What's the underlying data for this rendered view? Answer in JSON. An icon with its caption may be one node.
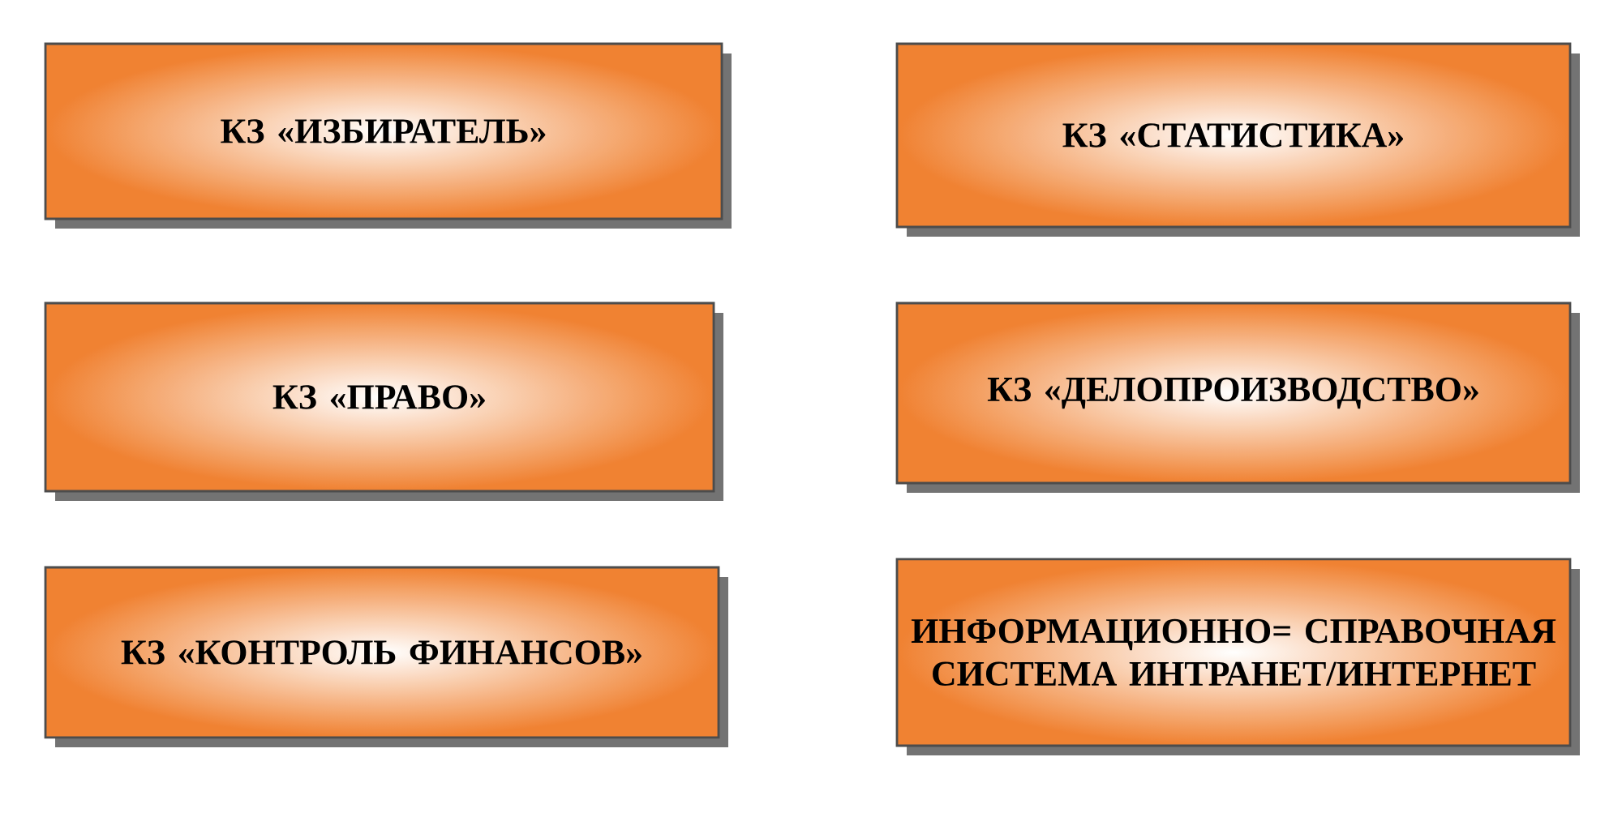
{
  "diagram": {
    "nodes": [
      {
        "text": [
          "КЗ «ИЗБИРАТЕЛЬ»"
        ]
      },
      {
        "text": [
          "КЗ «СТАТИСТИКА»"
        ]
      },
      {
        "text": [
          "КЗ «ПРАВО»"
        ]
      },
      {
        "text": [
          "КЗ «ДЕЛОПРОИЗВОДСТВО»"
        ]
      },
      {
        "text": [
          "КЗ «КОНТРОЛЬ ФИНАНСОВ»"
        ]
      },
      {
        "text": [
          "ИНФОРМАЦИОННО= СПРАВОЧНАЯ СИСТЕМА ИНТРАНЕТ/ИНТЕРНЕТ"
        ]
      }
    ]
  }
}
